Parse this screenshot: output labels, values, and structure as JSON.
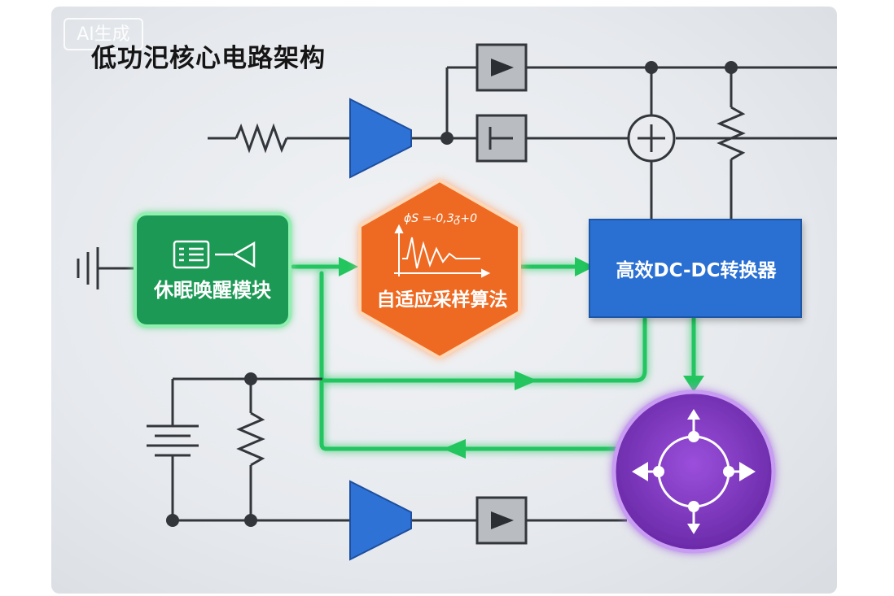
{
  "watermark": "AI生成",
  "title": "低功汜核心电路架构",
  "blocks": {
    "sleep_wake": "休眠唤醒模块",
    "adaptive_sampling": "自适应采样算法",
    "dcdc": "高效DC-DC转换器"
  },
  "formula": "ϕS =-0,3ᵹ+0",
  "colors": {
    "wire": "#33363b",
    "green_path": "#22c55e",
    "green_block": "#1f9a55",
    "orange_block": "#ee6a22",
    "blue_block": "#2a6fd2",
    "purple_hub": "#7a36c0",
    "amplifier": "#2f72d6",
    "diode_box": "#b9bcc1"
  },
  "icons": [
    "resistor",
    "amplifier",
    "diode",
    "adder",
    "ground",
    "battery",
    "memory-chip",
    "speaker",
    "waveform",
    "four-way-arrows"
  ]
}
